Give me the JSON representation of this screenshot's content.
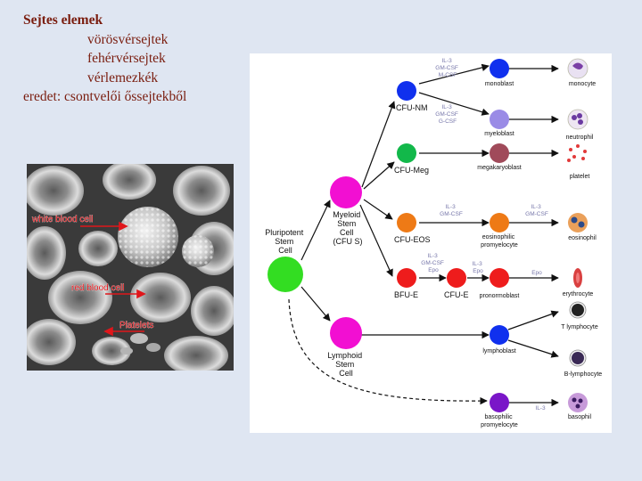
{
  "slide": {
    "title": "Sejtes elemek",
    "items": [
      "vörösvérsejtek",
      "fehérvérsejtek",
      "vérlemezkék"
    ],
    "origin": "eredet: csontvelői őssejtekből"
  },
  "micrograph": {
    "labels": {
      "white_blood_cell": "white blood cell",
      "red_blood_cell": "red blood cell",
      "platelets": "Platelets"
    },
    "label_color": "#e0161b"
  },
  "hematopoiesis": {
    "pluripotent": [
      "Pluripotent",
      "Stem",
      "Cell"
    ],
    "myeloid": [
      "Myeloid",
      "Stem",
      "Cell",
      "(CFU S)"
    ],
    "lymphoid": [
      "Lymphoid",
      "Stem",
      "Cell"
    ],
    "progenitors": {
      "cfu_nm": "CFU-NM",
      "cfu_meg": "CFU-Meg",
      "cfu_eos": "CFU-EOS",
      "bfu_e": "BFU-E",
      "cfu_e": "CFU-E"
    },
    "intermediates": {
      "monoblast": "monoblast",
      "myeloblast": "myeloblast",
      "megakaryoblast": "megakaryoblast",
      "eosinophilic_promyelocyte": [
        "eosinophilic",
        "promyelocyte"
      ],
      "pronormoblast": "pronormoblast",
      "lymphoblast": "lymphoblast",
      "basophilic_promyelocyte": [
        "basophilic",
        "promyelocyte"
      ]
    },
    "mature": {
      "monocyte": "monocyte",
      "neutrophil": "neutrophil",
      "platelet": "platelet",
      "eosinophil": "eosinophil",
      "erythrocyte": "erythrocyte",
      "t_lymphocyte": "T lymphocyte",
      "b_lymphocyte": "B-lymphocyte",
      "basophil": "basophil"
    },
    "cytokines": {
      "nm_mono": [
        "IL-3",
        "GM-CSF",
        "M-CSF"
      ],
      "nm_myelo": [
        "IL-3",
        "GM-CSF",
        "G-CSF"
      ],
      "eos_1": [
        "IL-3",
        "GM-CSF"
      ],
      "eos_2": [
        "IL-3",
        "GM-CSF"
      ],
      "bfu": [
        "IL-3",
        "GM-CSF",
        "Epo"
      ],
      "cfu_e": [
        "IL-3",
        "Epo"
      ],
      "pro": "Epo",
      "baso": "IL-3"
    },
    "colors": {
      "stem_magenta": "#f20fd2",
      "pluripotent_green": "#33dd22",
      "nm_blue": "#1030ee",
      "myelo_lilac": "#9a8be6",
      "meg_green": "#12b84a",
      "meg_blast": "#a04a5a",
      "eos_orange": "#ee7a16",
      "ery_red": "#ee1c1c",
      "baso_purple": "#7a16c8",
      "cytokine_label": "#7777aa"
    }
  }
}
